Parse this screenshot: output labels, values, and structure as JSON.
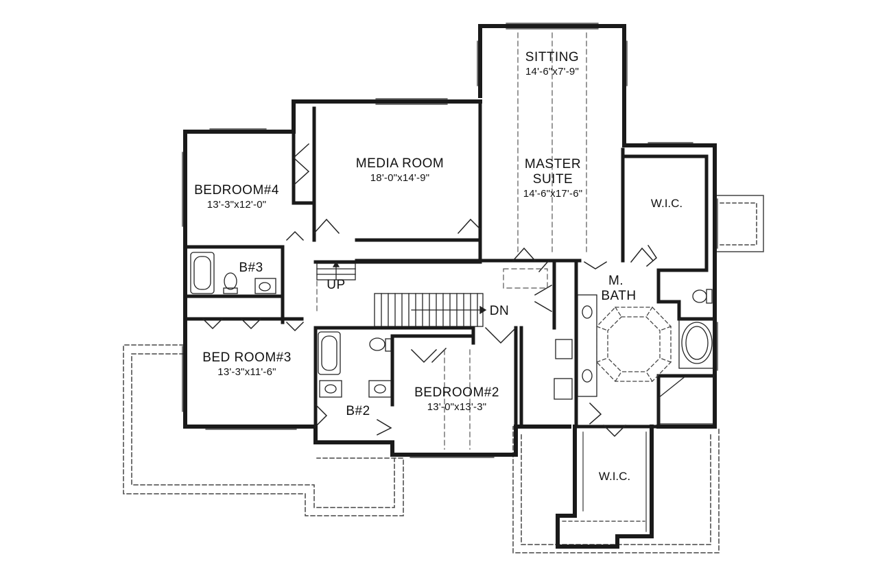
{
  "rooms": {
    "sitting": {
      "name": "SITTING",
      "dim": "14'-6\"x7'-9\""
    },
    "master_suite": {
      "name_line1": "MASTER",
      "name_line2": "SUITE",
      "dim": "14'-6\"x17'-6\""
    },
    "media_room": {
      "name": "MEDIA ROOM",
      "dim": "18'-0\"x14'-9\""
    },
    "bedroom4": {
      "name": "BEDROOM#4",
      "dim": "13'-3\"x12'-0\""
    },
    "bedroom3": {
      "name": "BED ROOM#3",
      "dim": "13'-3\"x11'-6\""
    },
    "bedroom2": {
      "name": "BEDROOM#2",
      "dim": "13'-0\"x13'-3\""
    },
    "wic_upper": {
      "name": "W.I.C."
    },
    "wic_lower": {
      "name": "W.I.C."
    },
    "master_bath": {
      "name_line1": "M.",
      "name_line2": "BATH"
    },
    "bath3": {
      "name": "B#3"
    },
    "bath2": {
      "name": "B#2"
    }
  },
  "stairs": {
    "up_label": "UP",
    "down_label": "DN"
  },
  "colors": {
    "wall": "#1a1a1a",
    "line": "#333333",
    "background": "#ffffff"
  }
}
